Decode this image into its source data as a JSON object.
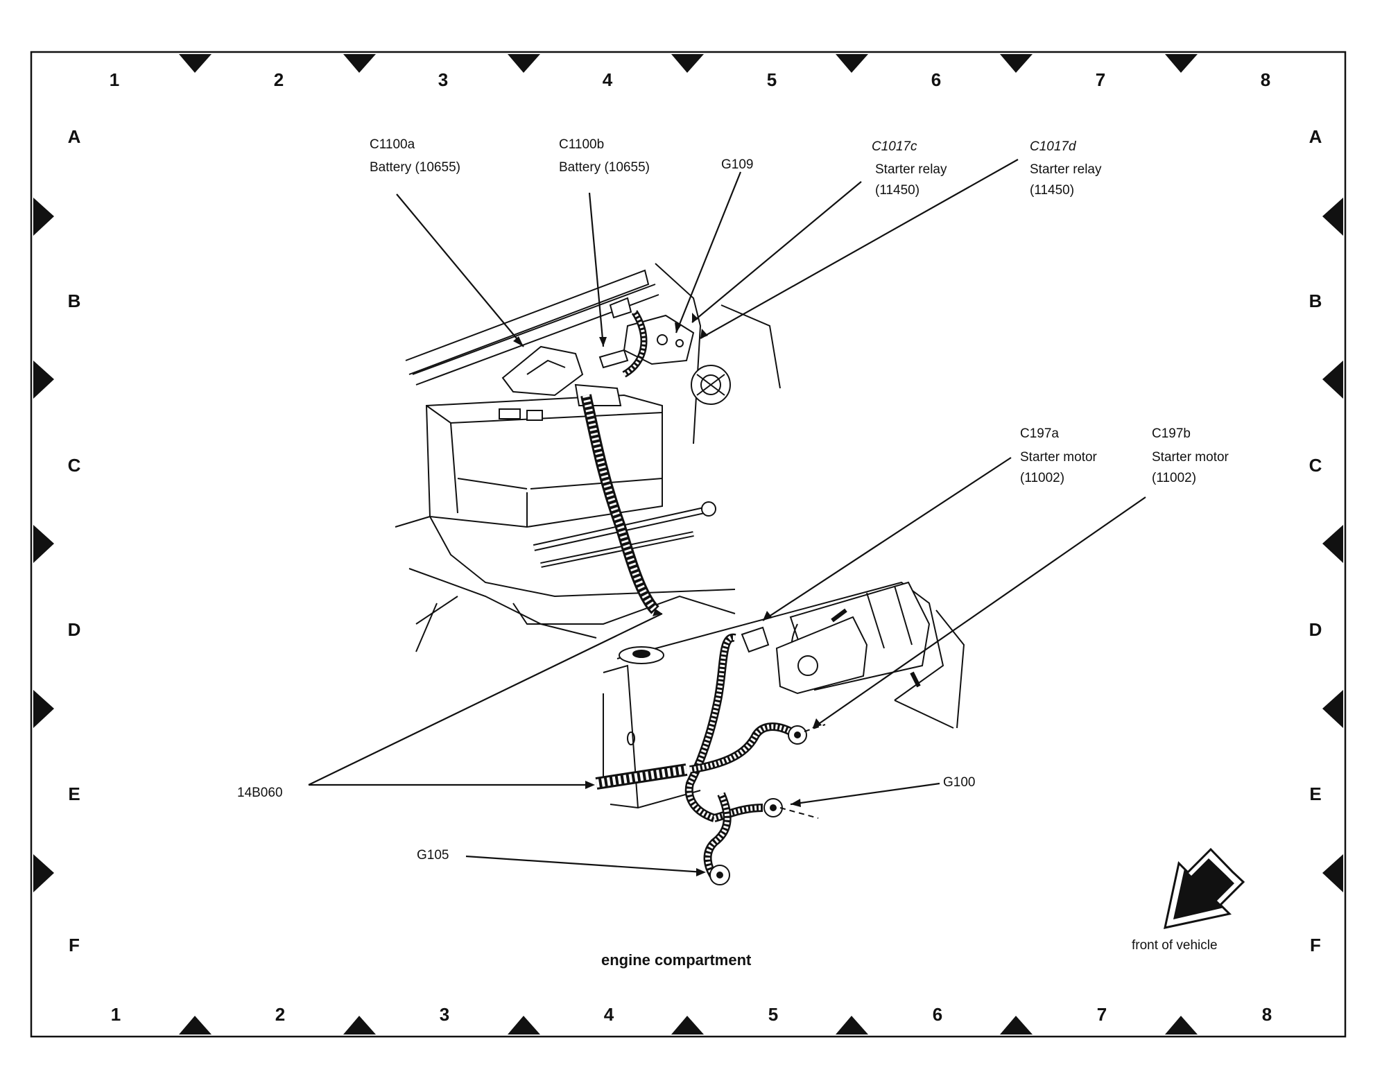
{
  "columns": [
    "1",
    "2",
    "3",
    "4",
    "5",
    "6",
    "7",
    "8"
  ],
  "rows": [
    "A",
    "B",
    "C",
    "D",
    "E",
    "F"
  ],
  "callouts": {
    "c1100a": {
      "id": "C1100a",
      "desc": "Battery (10655)"
    },
    "c1100b": {
      "id": "C1100b",
      "desc": "Battery (10655)"
    },
    "g109": {
      "id": "G109"
    },
    "c1017c": {
      "id": "C1017c",
      "desc": "Starter relay",
      "part": "(11450)"
    },
    "c1017d": {
      "id": "C1017d",
      "desc": "Starter relay",
      "part": "(11450)"
    },
    "c197a": {
      "id": "C197a",
      "desc": "Starter motor",
      "part": "(11002)"
    },
    "c197b": {
      "id": "C197b",
      "desc": "Starter motor",
      "part": "(11002)"
    },
    "harness": {
      "id": "14B060"
    },
    "g100": {
      "id": "G100"
    },
    "g105": {
      "id": "G105"
    }
  },
  "caption": "engine compartment",
  "direction_label": "front of vehicle",
  "colors": {
    "ink": "#111111",
    "paper": "#ffffff"
  }
}
